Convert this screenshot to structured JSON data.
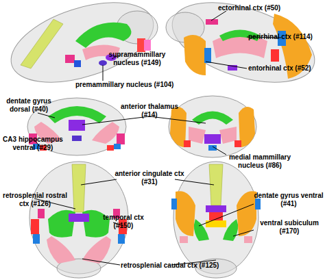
{
  "diagram": {
    "labels": [
      "ectorhinal ctx (#50)",
      "perirhinal ctx (#114)",
      "supramammillary nucleus (#149)",
      "premammillary nucleus (#104)",
      "entorhinal ctx (#52)",
      "dentate gyrus dorsal (#40)",
      "anterior thalamus (#14)",
      "CA3 hippocampus ventral (#29)",
      "medial mammillary nucleus (#86)",
      "anterior cingulate ctx (#31)",
      "retrosplenial rostral ctx (#126)",
      "dentate gyrus ventral (#41)",
      "temporal ctx (#150)",
      "ventral subiculum (#170)",
      "retrosplenial caudal ctx (#125)"
    ]
  }
}
